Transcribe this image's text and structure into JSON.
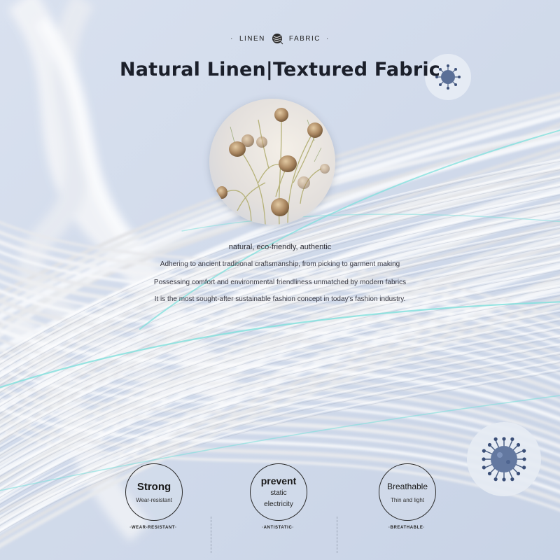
{
  "header": {
    "tag_left": "LINEN",
    "tag_right": "FABRIC",
    "title": "Natural Linen|Textured Fabric"
  },
  "description": {
    "lead": "natural, eco-friendly, authentic",
    "lines": [
      "Adhering to ancient traditional craftsmanship, from picking to garment making",
      "Possessing comfort and environmental friendliness unmatched by modern fabrics",
      "It is the most sought-after sustainable fashion concept in today's fashion industry."
    ]
  },
  "features": [
    {
      "title": "Strong",
      "subtitle": "Wear-resistant",
      "tag": "WEAR-RESISTANT"
    },
    {
      "title": "prevent",
      "line2": "static",
      "line3": "electricity",
      "tag": "ANTISTATIC"
    },
    {
      "title": "Breathable",
      "subtitle": "Thin and light",
      "tag": "BREATHABLE"
    }
  ],
  "icons": [
    "yarn-ball-icon",
    "virus-icon"
  ],
  "colors": {
    "background": "#cfd9ea",
    "fiber": "#f2f3f5",
    "accent": "#7fe0dc",
    "text": "#1b1f2a"
  }
}
